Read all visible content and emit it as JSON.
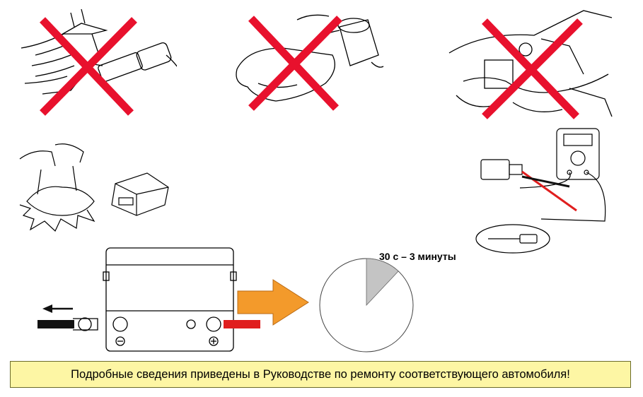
{
  "timer": {
    "label": "30 с – 3 минуты",
    "elapsed_fraction": 0.12
  },
  "note": {
    "text": "Подробные сведения приведены в Руководстве по ремонту соответствующего автомобиля!"
  },
  "colors": {
    "prohibition": "#e8112d",
    "arrow": "#f39a2b",
    "pie_slice": "#c4c4c4",
    "note_bg": "#fdf6a4",
    "cable_positive": "#e01e1e",
    "cable_negative": "#111111"
  },
  "icons": {
    "panel_1": "connector-probe-prohibited-icon",
    "panel_2": "airbag-liquid-prohibited-icon",
    "panel_3": "mechanism-prohibited-icon",
    "panel_4": "airbag-handling-icon",
    "panel_5": "multimeter-connector-test-icon",
    "panel_6": "battery-disconnect-icon"
  }
}
